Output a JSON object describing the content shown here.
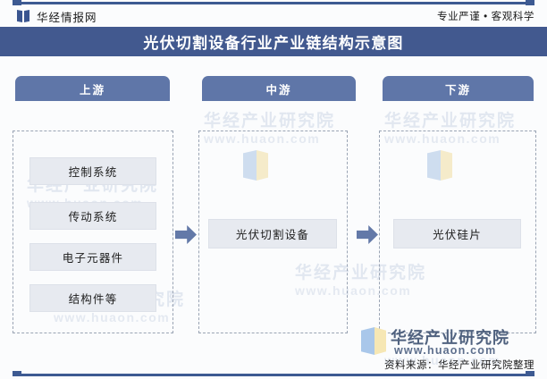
{
  "header": {
    "brand_name": "华经情报网",
    "slogan": "专业严谨 • 客观科学",
    "logo_icon": "double-blade-logo-icon"
  },
  "title": {
    "text": "光伏切割设备行业产业链结构示意图",
    "band_color": "#42598f"
  },
  "diagram": {
    "columns": [
      {
        "key": "upstream",
        "header": "上游",
        "nodes": [
          "控制系统",
          "传动系统",
          "电子元器件",
          "结构件等"
        ]
      },
      {
        "key": "midstream",
        "header": "中游",
        "nodes": [
          "光伏切割设备"
        ]
      },
      {
        "key": "downstream",
        "header": "下游",
        "nodes": [
          "光伏硅片"
        ]
      }
    ],
    "arrows": [
      "arrow-right-icon",
      "arrow-right-icon"
    ],
    "header_color": "#5f76a8",
    "node_color": "#e7eaf0",
    "arrow_color": "#6379a8",
    "panel_border_color": "#9aa4b4"
  },
  "watermarks": {
    "cn": "华经产业研究院",
    "url": "www.huaon.com"
  },
  "footer": {
    "logo_cn": "华经产业研究院",
    "logo_url": "www.huaon.com",
    "source": "资料来源：华经产业研究院整理",
    "rule_color": "#3d5a92"
  }
}
